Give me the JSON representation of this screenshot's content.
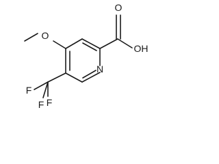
{
  "molecule": {
    "atoms": {
      "oxygen_carbonyl": "O",
      "hydroxyl": "OH",
      "ring_nitrogen": "N",
      "methoxy_oxygen": "O",
      "fluorine_top": "F",
      "fluorine_left": "F",
      "fluorine_bottom": "F"
    }
  }
}
